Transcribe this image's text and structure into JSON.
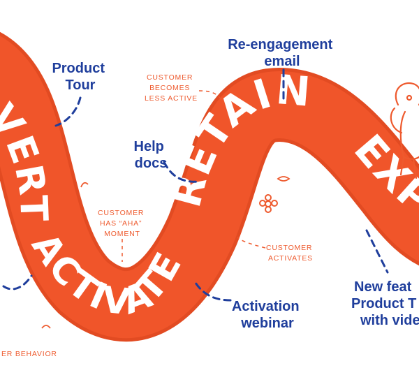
{
  "colors": {
    "road": "#f0552a",
    "road_dark": "#e24b22",
    "label_blue": "#1f3e9c",
    "note_orange": "#ee5a2e",
    "background": "#ffffff"
  },
  "stages": {
    "convert": "VERT",
    "activate": "ACTIVATE",
    "retain": "RETAIN",
    "expand": "EXP"
  },
  "touchpoints": {
    "product_tour": [
      "Product",
      "Tour"
    ],
    "help_docs": [
      "Help",
      "docs"
    ],
    "reengagement_email": [
      "Re-engagement",
      "email"
    ],
    "activation_webinar": [
      "Activation",
      "webinar"
    ],
    "new_feature": [
      "New feat",
      "Product T",
      "with vide"
    ]
  },
  "notes": {
    "becomes_less_active": [
      "CUSTOMER",
      "BECOMES",
      "LESS ACTIVE"
    ],
    "aha_moment": [
      "CUSTOMER",
      "HAS “AHA”",
      "MOMENT"
    ],
    "customer_activates": [
      "CUSTOMER",
      "ACTIVATES"
    ],
    "behavior": "ER BEHAVIOR"
  },
  "icons": {
    "person": "person-walking-icon",
    "flower": "flower-doodle-icon",
    "leaf": "leaf-doodle-icon"
  }
}
